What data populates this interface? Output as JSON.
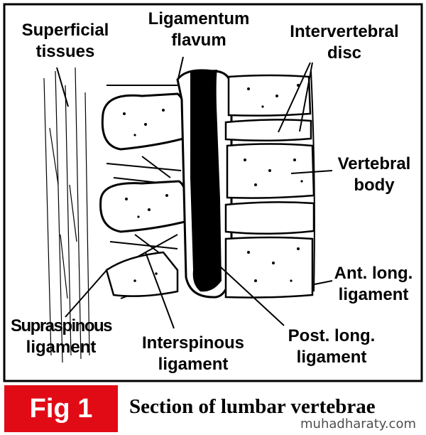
{
  "labels": {
    "superficial_tissues": [
      "Superficial",
      "tissues"
    ],
    "ligamentum_flavum": [
      "Ligamentum",
      "flavum"
    ],
    "intervertebral_disc": [
      "Intervertebral",
      "disc"
    ],
    "vertebral_body": [
      "Vertebral",
      "body"
    ],
    "ant_long_ligament": [
      "Ant. long.",
      "ligament"
    ],
    "post_long_ligament": [
      "Post. long.",
      "ligament"
    ],
    "interspinous_ligament": [
      "Interspinous",
      "ligament"
    ],
    "supraspinous_ligament": [
      "Supraspinous",
      "ligament"
    ]
  },
  "figure": {
    "number_label": "Fig 1",
    "caption": "Section of lumbar vertebrae"
  },
  "watermark": "muhadharaty.com",
  "colors": {
    "fig_box": "#e10b16",
    "ink": "#000000",
    "background": "#ffffff"
  }
}
